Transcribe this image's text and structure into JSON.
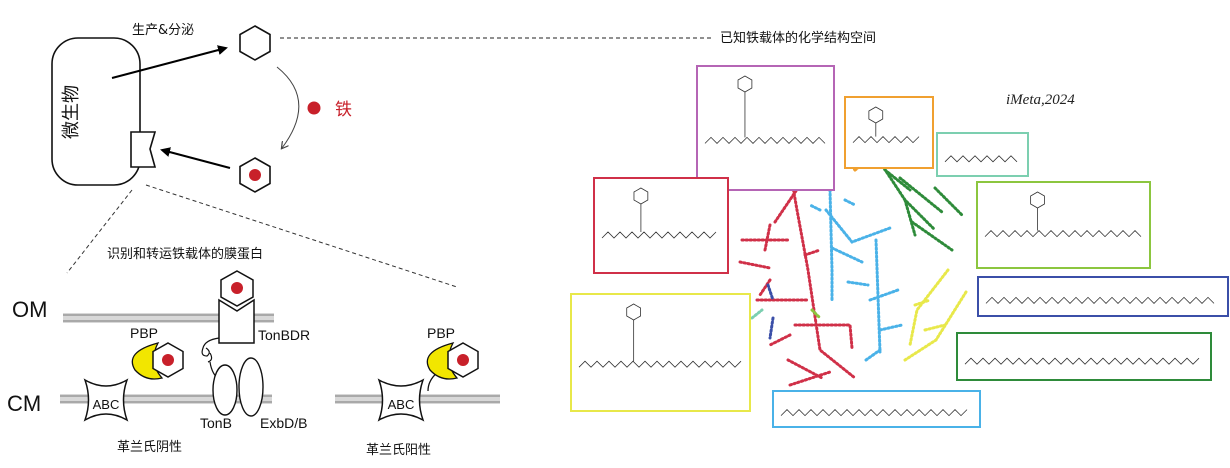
{
  "left_panel": {
    "microbe_label": "微生物",
    "produce_secrete_label": "生产&分泌",
    "iron_label": "铁",
    "membrane_proteins_title": "识别和转运铁载体的膜蛋白",
    "om_label": "OM",
    "cm_label": "CM",
    "pbp_label_negative": "PBP",
    "pbp_label_positive": "PBP",
    "abc_label_negative": "ABC",
    "abc_label_positive": "ABC",
    "tonbdr_label": "TonBDR",
    "tonb_label": "TonB",
    "exbdb_label": "ExbD/B",
    "gram_negative_label": "革兰氏阴性",
    "gram_positive_label": "革兰氏阳性"
  },
  "right_panel": {
    "title": "已知铁载体的化学结构空间",
    "citation": "iMeta,2024",
    "cluster_colors": {
      "purple": "#b565b5",
      "orange": "#f0a030",
      "teal": "#7ccfb0",
      "lime": "#8cc63f",
      "blue": "#3b4fa8",
      "dark_green": "#2e8b3a",
      "light_blue": "#4ab2e8",
      "yellow": "#e8e84a",
      "red": "#d03048"
    }
  },
  "colors": {
    "iron": "#c8202a",
    "pbp": "#f2e600",
    "membrane": "#aaaaaa"
  }
}
